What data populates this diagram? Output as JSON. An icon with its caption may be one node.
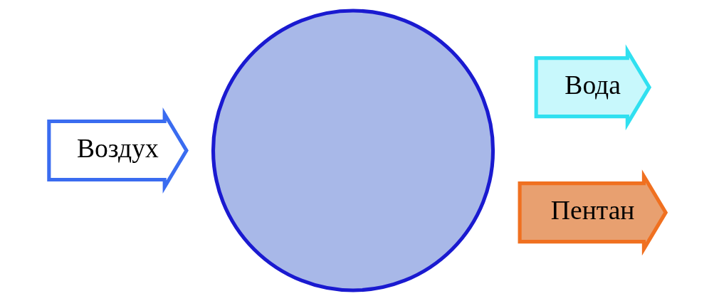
{
  "diagram": {
    "nodes": [
      {
        "text": [
          "Воздух"
        ]
      },
      {
        "text": [],
        "shape": "circle"
      },
      {
        "text": [
          "Вода"
        ]
      },
      {
        "text": [
          "Пентан"
        ]
      }
    ]
  }
}
